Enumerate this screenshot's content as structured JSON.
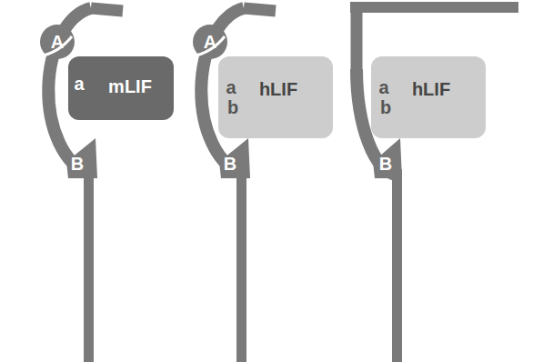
{
  "diagram": {
    "nodes": [
      {
        "text": [
          "A",
          "B"
        ]
      },
      {
        "text": [
          "a",
          "mLIF"
        ]
      },
      {
        "text": [
          "A",
          "B"
        ]
      },
      {
        "text": [
          "a",
          "b",
          "hLIF"
        ]
      },
      {
        "text": [
          "B"
        ]
      },
      {
        "text": [
          "a",
          "b",
          "hLIF"
        ]
      }
    ]
  }
}
